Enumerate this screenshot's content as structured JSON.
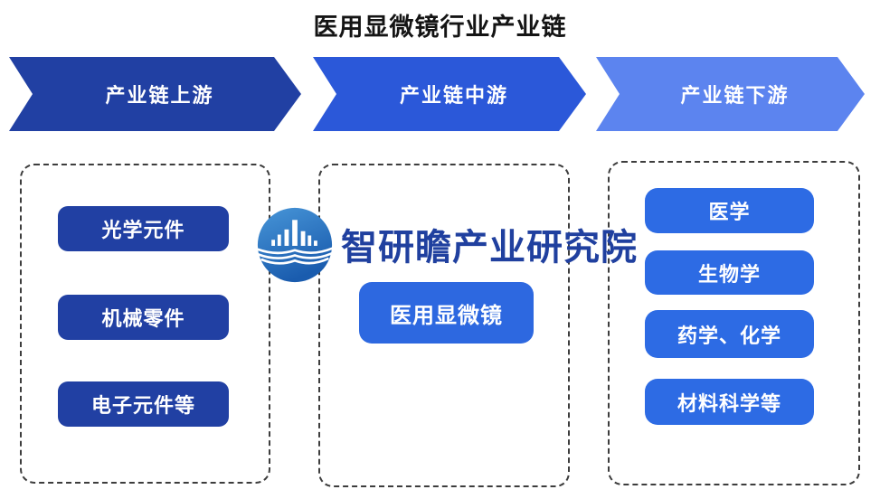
{
  "title": "医用显微镜行业产业链",
  "watermark": {
    "logo_icon": "zhiyanzhan-logo",
    "text": "智研瞻产业研究院",
    "text_color": "#20409F",
    "logo_color": "#2270C0"
  },
  "columns": [
    {
      "id": "upstream",
      "header": "产业链上游",
      "arrow_color": "#2140A3",
      "item_color": "#2140A3",
      "items": [
        "光学元件",
        "机械零件",
        "电子元件等"
      ]
    },
    {
      "id": "midstream",
      "header": "产业链中游",
      "arrow_color": "#2B58D9",
      "item_color": "#2D68E0",
      "items": [
        "医用显微镜"
      ]
    },
    {
      "id": "downstream",
      "header": "产业链下游",
      "arrow_color": "#5C84EF",
      "item_color": "#2D6BE4",
      "items": [
        "医学",
        "生物学",
        "药学、化学",
        "材料科学等"
      ]
    }
  ],
  "style": {
    "dashed_border_color": "#3d3d3d",
    "background_color": "#ffffff",
    "title_color": "#141414",
    "node_text_color": "#ffffff"
  }
}
